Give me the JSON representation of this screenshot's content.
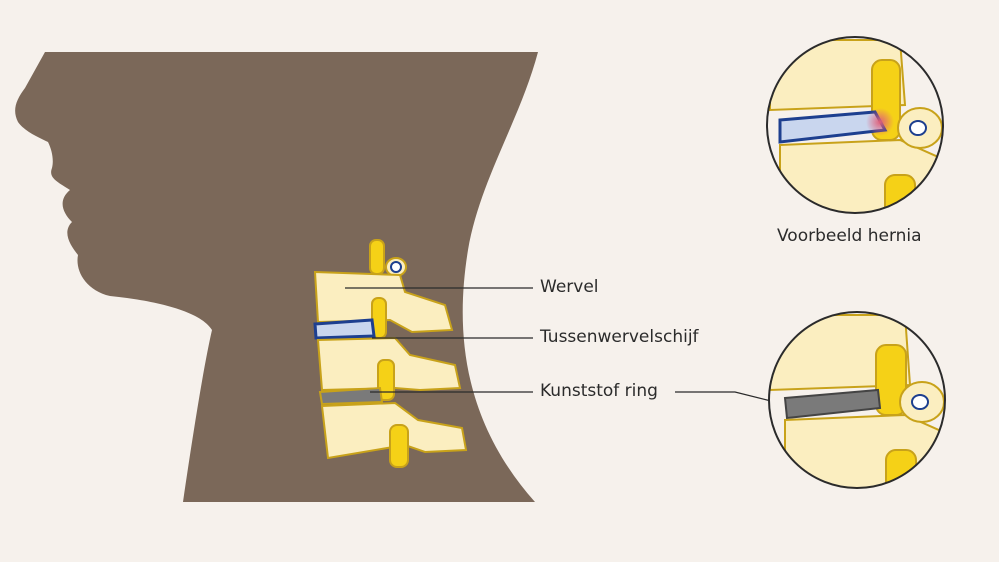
{
  "labels": {
    "vertebra": "Wervel",
    "disc": "Tussenwervelschijf",
    "ring": "Kunststof ring",
    "hernia_example": "Voorbeeld hernia"
  },
  "colors": {
    "background": "#f6f1ec",
    "silhouette": "#7b6859",
    "bone": "#fbeec0",
    "bone_outline": "#c8a21a",
    "nerve": "#f5d117",
    "disc": "#c9d6ee",
    "disc_outline": "#1d3f8f",
    "ring": "#7a7a7a",
    "hernia": "#e0607a"
  }
}
